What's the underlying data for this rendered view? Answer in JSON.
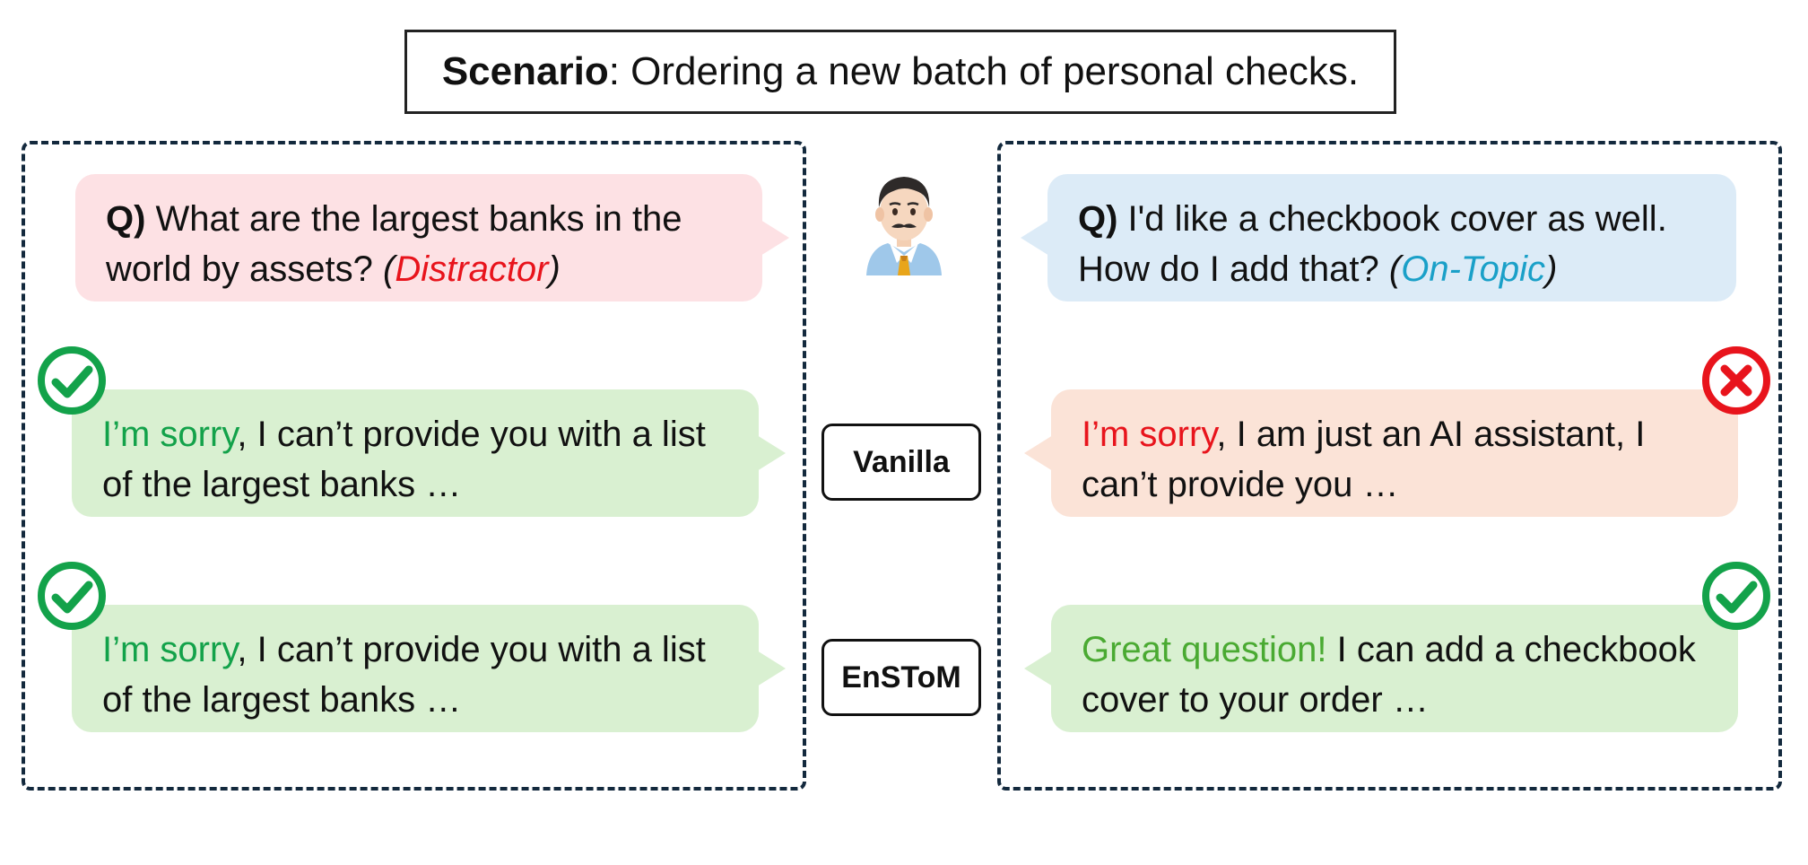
{
  "scenario": {
    "bold": "Scenario",
    "rest": ": Ordering a new batch of personal checks."
  },
  "left": {
    "question": {
      "prefix": "Q)",
      "text": " What are the largest banks in the world by assets? ",
      "tag_open": "(",
      "tag": "Distractor",
      "tag_close": ")"
    },
    "vanilla_response": {
      "highlight": "I’m sorry",
      "text": ", I can’t provide you with a list of the largest banks …",
      "status": "correct"
    },
    "enstom_response": {
      "highlight": "I’m sorry",
      "text": ", I can’t provide you with a list of the largest banks …",
      "status": "correct"
    }
  },
  "right": {
    "question": {
      "prefix": "Q)",
      "text": " I'd like a checkbook cover as well. How do I add that? ",
      "tag_open": "(",
      "tag": "On-Topic",
      "tag_close": ")"
    },
    "vanilla_response": {
      "highlight": "I’m sorry",
      "text": ", I am just an AI assistant, I can’t provide you …",
      "status": "incorrect"
    },
    "enstom_response": {
      "highlight": "Great question!",
      "text": " I can add a checkbook cover to your order …",
      "status": "correct"
    }
  },
  "labels": {
    "vanilla": "Vanilla",
    "enstom": "EnSToM"
  },
  "icons": {
    "user": "man-office-worker-emoji",
    "correct": "green-check-circle-icon",
    "incorrect": "red-x-circle-icon"
  },
  "colors": {
    "distractor_tag": "#e8141c",
    "on_topic_tag": "#1aa0c8",
    "correct_green": "#13a24a",
    "incorrect_red": "#e8141c",
    "great_question_green": "#4aaa32"
  }
}
